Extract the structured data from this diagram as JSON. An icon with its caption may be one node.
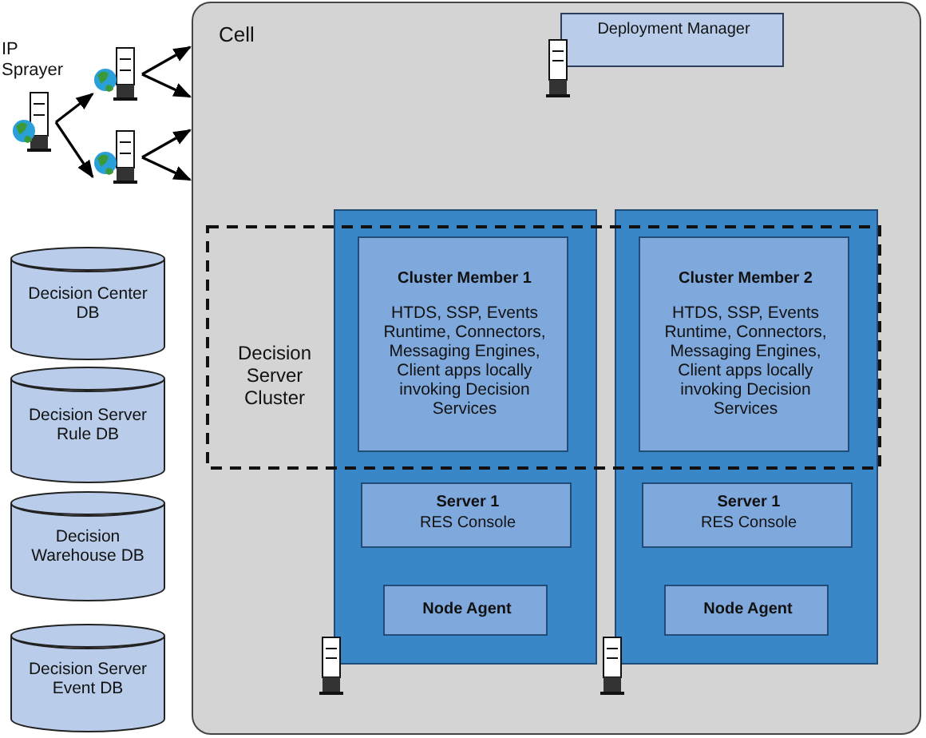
{
  "diagram": {
    "nodes": [
      {
        "text": [
          "Cell"
        ]
      },
      {
        "text": [
          "Deployment Manager"
        ],
        "in": 0
      },
      {
        "text": [],
        "shape": "box",
        "in": 0
      },
      {
        "text": [
          "Cluster Member 1",
          "HTDS, SSP, Events Runtime, Connectors, Messaging Engines, Client apps locally invoking Decision Services"
        ]
      },
      {
        "text": [
          "Server 1",
          "RES Console"
        ],
        "in": 2
      },
      {
        "text": [
          "Node Agent"
        ],
        "in": 2
      },
      {
        "text": [],
        "shape": "box",
        "in": 0
      },
      {
        "text": [
          "Cluster Member 2",
          "HTDS, SSP, Events Runtime, Connectors, Messaging Engines, Client apps locally invoking Decision Services"
        ]
      },
      {
        "text": [
          "Server 1",
          "RES Console"
        ],
        "in": 6
      },
      {
        "text": [
          "Node Agent"
        ],
        "in": 6
      },
      {
        "text": [
          "Decision Server Cluster"
        ],
        "in": 0
      },
      {
        "text": [
          "Decision Center DB"
        ]
      },
      {
        "text": [
          "Decision Server Rule DB"
        ]
      },
      {
        "text": [
          "Decision Warehouse DB"
        ]
      },
      {
        "text": [
          "Decision Server Event DB"
        ]
      },
      {
        "text": [],
        "shape": "picture",
        "beside": [
          "IP Sprayer"
        ]
      },
      {
        "text": [],
        "shape": "picture"
      },
      {
        "text": [],
        "shape": "picture"
      }
    ],
    "edges": [
      {
        "from": 15,
        "to": 16,
        "arrow": "to"
      },
      {
        "from": 15,
        "to": 17,
        "arrow": "to"
      },
      {
        "from": 16,
        "to": 0,
        "arrow": "to"
      },
      {
        "from": 16,
        "to": 0,
        "arrow": "to"
      },
      {
        "from": 17,
        "to": 0,
        "arrow": "to"
      },
      {
        "from": 17,
        "to": 0,
        "arrow": "to"
      }
    ]
  }
}
